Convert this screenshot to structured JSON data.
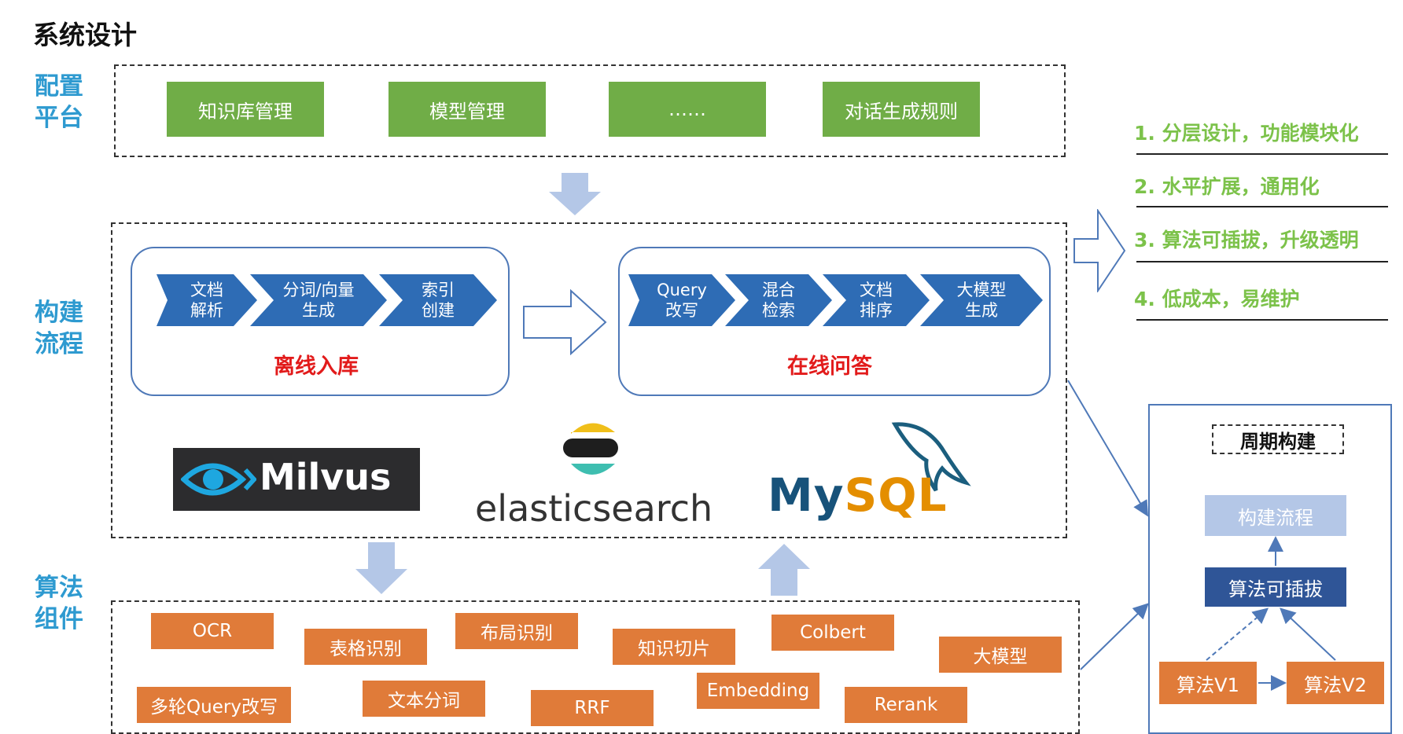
{
  "title": "系统设计",
  "sections": {
    "config": [
      "配置",
      "平台"
    ],
    "build": [
      "构建",
      "流程"
    ],
    "algo": [
      "算法",
      "组件"
    ]
  },
  "config_platform": [
    "知识库管理",
    "模型管理",
    "……",
    "对话生成规则"
  ],
  "offline": {
    "steps": [
      [
        "文档",
        "解析"
      ],
      [
        "分词/向量",
        "生成"
      ],
      [
        "索引",
        "创建"
      ]
    ],
    "label": "离线入库"
  },
  "online": {
    "steps": [
      [
        "Query",
        "改写"
      ],
      [
        "混合",
        "检索"
      ],
      [
        "文档",
        "排序"
      ],
      [
        "大模型",
        "生成"
      ]
    ],
    "label": "在线问答"
  },
  "logos": {
    "milvus": "Milvus",
    "elasticsearch": "elasticsearch",
    "mysql": "MySQL"
  },
  "algorithms": [
    "OCR",
    "表格识别",
    "布局识别",
    "知识切片",
    "Colbert",
    "大模型",
    "多轮Query改写",
    "文本分词",
    "RRF",
    "Embedding",
    "Rerank"
  ],
  "goals": [
    "1. 分层设计，功能模块化",
    "2. 水平扩展，通用化",
    "3. 算法可插拔，升级透明",
    "4. 低成本，易维护"
  ],
  "cycle": {
    "title": "周期构建",
    "top": "构建流程",
    "middle": "算法可插拔",
    "v1": "算法V1",
    "v2": "算法V2"
  },
  "colors": {
    "section_label": "#2e9ad0",
    "green": "#70ad47",
    "orange": "#e07b39",
    "chevron": "#2e6cb5",
    "red_label": "#e21b1b",
    "goal_text": "#7cc24a",
    "cycle_light": "#b4c7e7",
    "cycle_dark": "#2f5597",
    "arrow_fill": "#b4c7e7"
  }
}
